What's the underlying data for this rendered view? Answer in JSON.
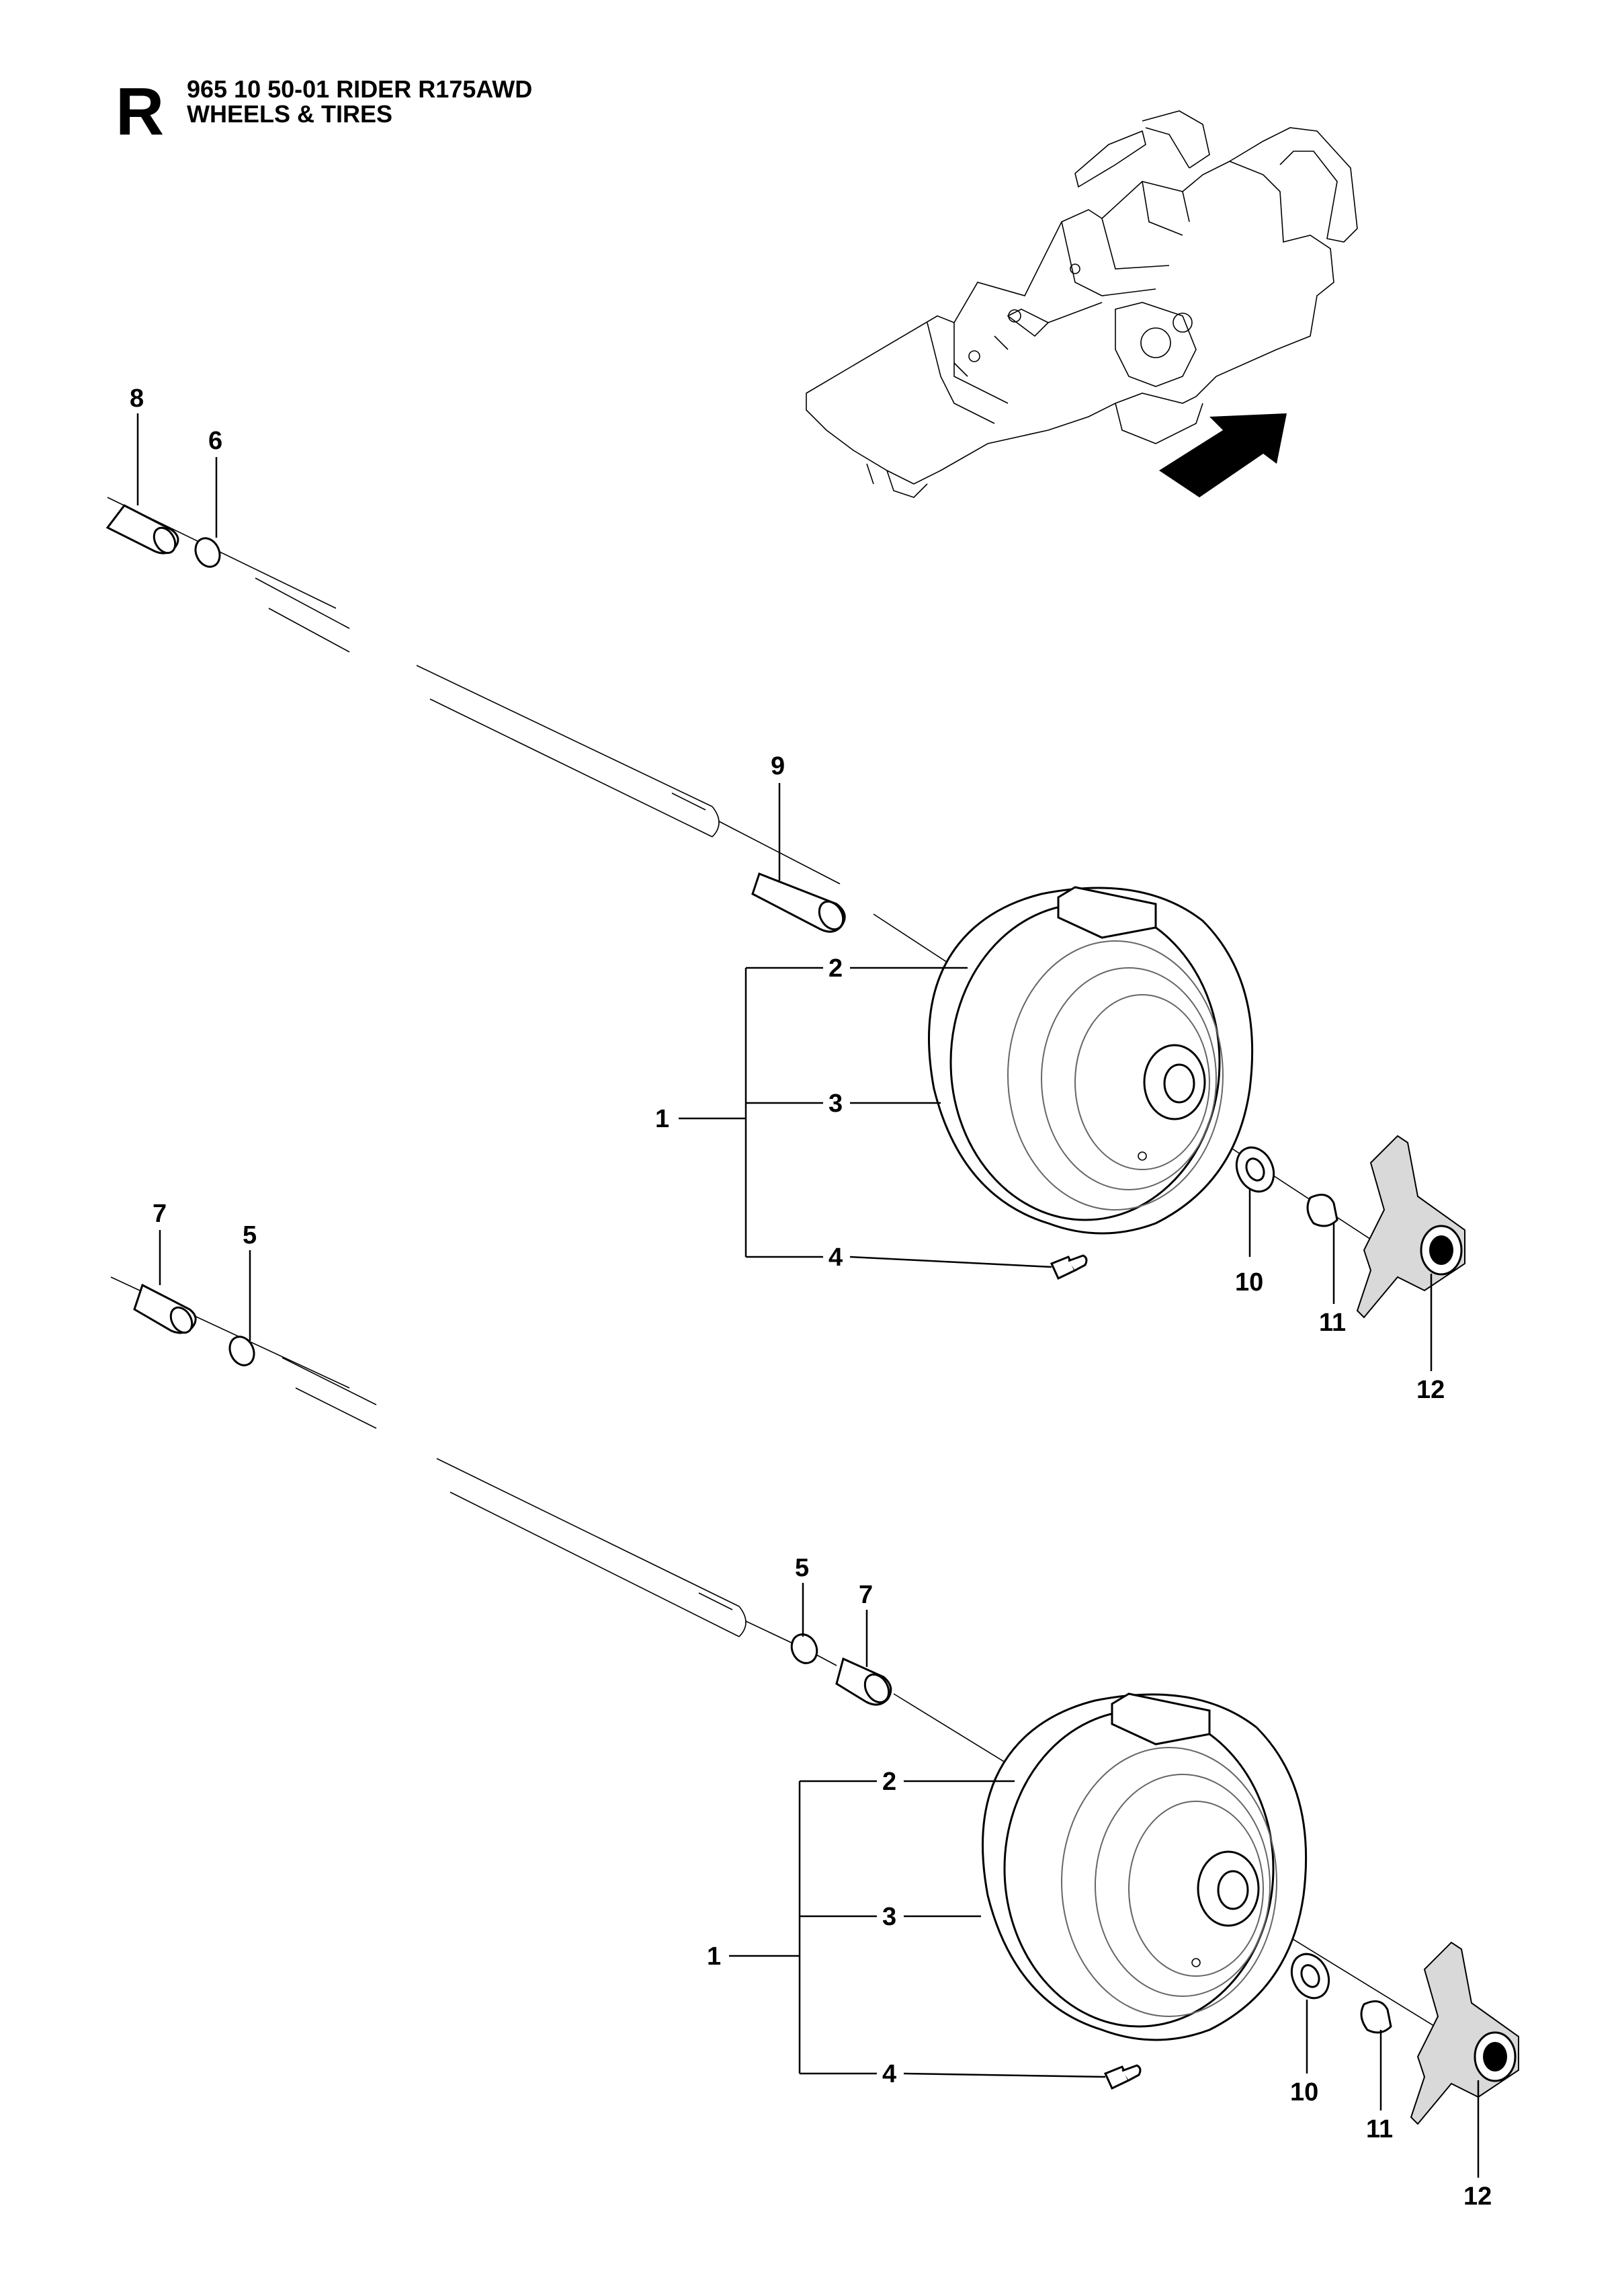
{
  "header": {
    "section_letter": "R",
    "line1": "965 10 50-01 RIDER R175AWD",
    "line2": "WHEELS & TIRES"
  },
  "callouts": {
    "upper": {
      "c8": "8",
      "c6": "6",
      "c9": "9",
      "c2": "2",
      "c3": "3",
      "c1": "1",
      "c4": "4",
      "c10": "10",
      "c11": "11",
      "c12": "12"
    },
    "lower": {
      "c7a": "7",
      "c5a": "5",
      "c5b": "5",
      "c7b": "7",
      "c2": "2",
      "c3": "3",
      "c1": "1",
      "c4": "4",
      "c10": "10",
      "c11": "11",
      "c12": "12"
    }
  },
  "icons": {
    "location_arrow": "arrow-right-up-icon",
    "frame": "rider-frame-illustration"
  }
}
